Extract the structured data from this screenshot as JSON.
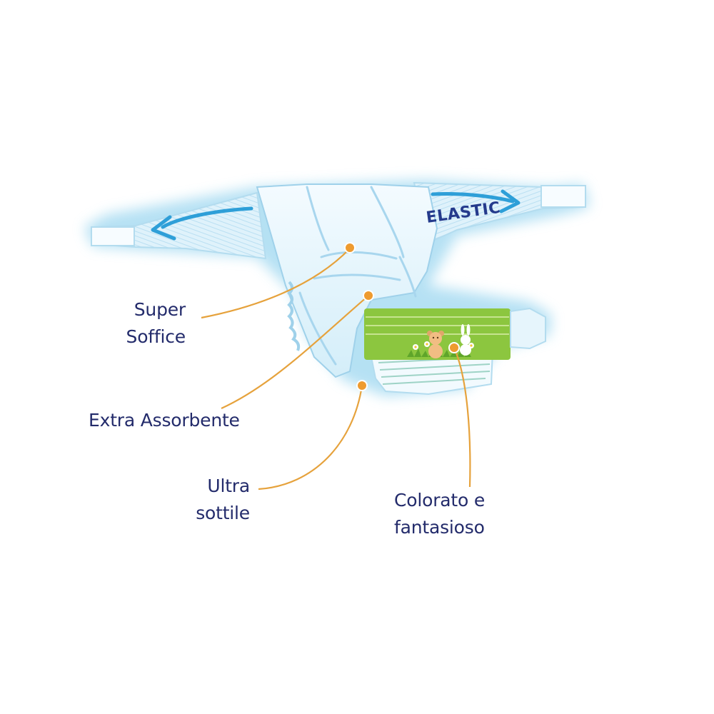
{
  "colors": {
    "text": "#232b6b",
    "leader_line": "#e6a23c",
    "leader_dot": "#ee9b2f",
    "diaper_glow": "#bfe7f7",
    "diaper_fill": "#e9f6fc",
    "panel_green": "#8cc63f",
    "arrow": "#2e9fd8"
  },
  "product_image": {
    "elastic_text": "ELASTIC"
  },
  "callouts": {
    "super_soffice": {
      "line1": "Super",
      "line2": "Soffice"
    },
    "extra_assorbente": {
      "line1": "Extra Assorbente"
    },
    "ultra_sottile": {
      "line1": "Ultra",
      "line2": "sottile"
    },
    "colorato_fantasioso": {
      "line1": "Colorato e",
      "line2": "fantasioso"
    }
  }
}
